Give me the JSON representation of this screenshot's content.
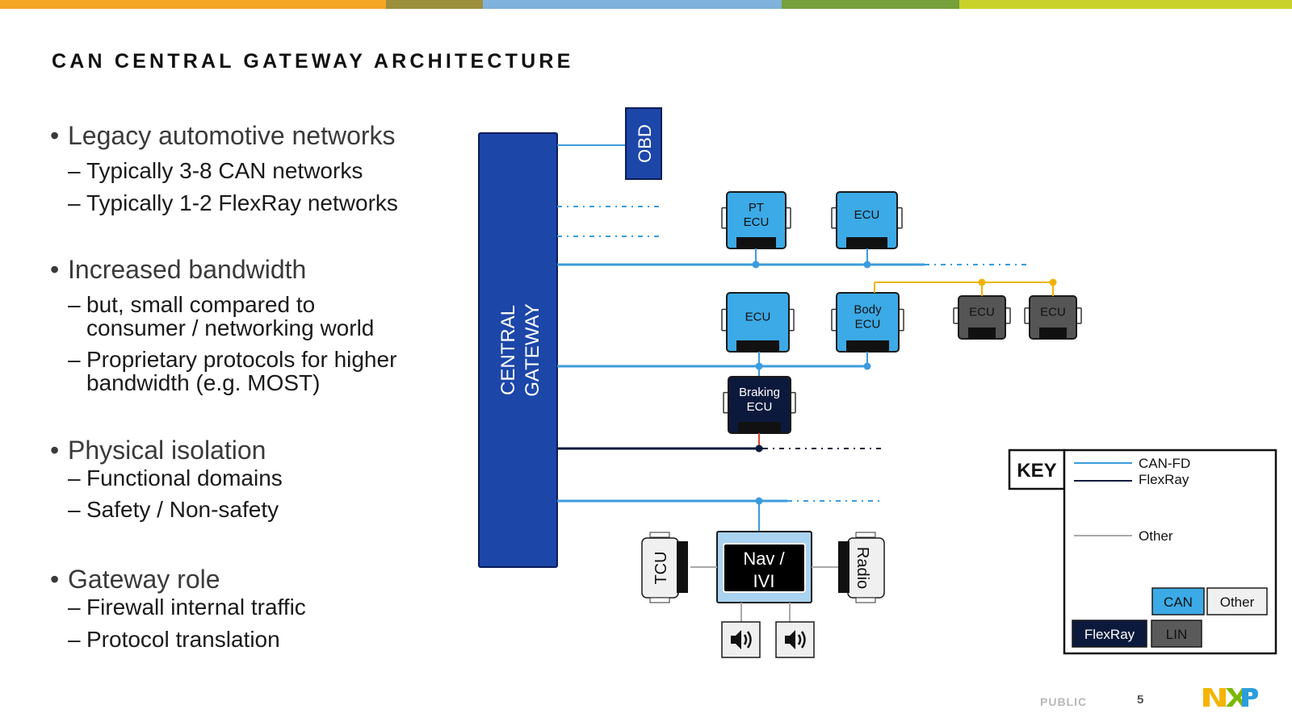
{
  "colors": {
    "topbar": [
      "#f5a623",
      "#9c8f3c",
      "#7fb2dc",
      "#76a03c",
      "#c8d22a"
    ],
    "gateway": "#1c46a8",
    "can_fd": "#3c9bde",
    "flexray": "#0b1a3c",
    "other": "#a8a8a8",
    "lin": "#5a5a5a",
    "lin_line": "#f0b400",
    "ecu_blue": "#3caae6",
    "ecu_dark": "#555555",
    "ecu_navy": "#0b1a3c"
  },
  "title": "CAN CENTRAL GATEWAY ARCHITECTURE",
  "bullets": [
    {
      "text": "Legacy automotive networks",
      "subs": [
        [
          "Typically 3-8 CAN networks"
        ],
        [
          "Typically 1-2 FlexRay networks"
        ]
      ]
    },
    {
      "text": "Increased bandwidth",
      "subs": [
        [
          "but, small compared to",
          "consumer / networking world"
        ],
        [
          "Proprietary protocols for higher",
          "bandwidth (e.g. MOST)"
        ]
      ]
    },
    {
      "text": "Physical isolation",
      "subs": [
        [
          "Functional domains"
        ],
        [
          "Safety / Non-safety"
        ]
      ]
    },
    {
      "text": "Gateway role",
      "subs": [
        [
          "Firewall internal traffic"
        ],
        [
          "Protocol translation"
        ]
      ]
    }
  ],
  "diagram": {
    "gateway_label": [
      "CENTRAL",
      "GATEWAY"
    ],
    "obd": "OBD",
    "pt_ecu": [
      "PT",
      "ECU"
    ],
    "ecu": "ECU",
    "body_ecu": [
      "Body",
      "ECU"
    ],
    "braking_ecu": [
      "Braking",
      "ECU"
    ],
    "nav": [
      "Nav /",
      "IVI"
    ],
    "tcu": "TCU",
    "radio": "Radio",
    "speaker_icon": "speaker-icon"
  },
  "key": {
    "title": "KEY",
    "lines": [
      "CAN-FD",
      "FlexRay",
      "Other"
    ],
    "boxes": [
      "CAN",
      "Other",
      "FlexRay",
      "LIN"
    ]
  },
  "footer": {
    "classification": "PUBLIC",
    "page": "5",
    "logo": "NXP"
  }
}
